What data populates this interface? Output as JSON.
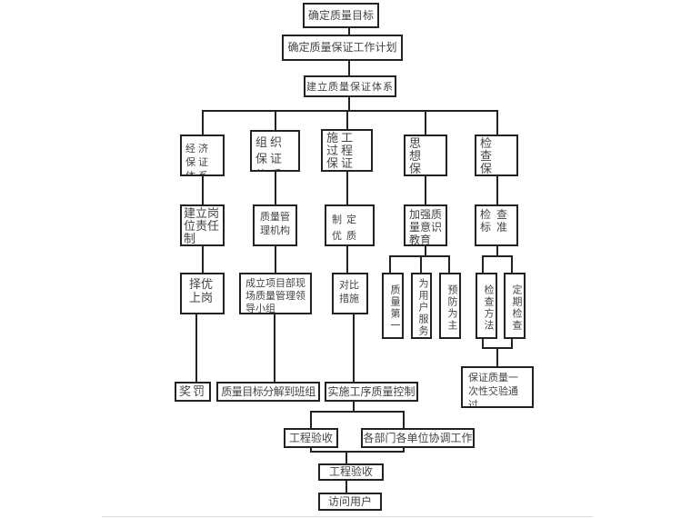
{
  "diagram": {
    "type": "flowchart",
    "title": "质量保证体系流程图",
    "level1": [
      "确定质量目标",
      "确定质量保证工作计划",
      "建立质量保证体系"
    ],
    "branches": [
      {
        "system": "经济保证体系",
        "step": "建立岗位责任制",
        "action": "择优上岗",
        "result": "奖罚"
      },
      {
        "system": "组织保证体系",
        "step": "质量管理机构",
        "action": "成立项目部现场质量管理领导小组",
        "result": "质量目标分解到班组"
      },
      {
        "system": "施工过程保证体系",
        "step": "制定优质工程...",
        "action": "对比措施",
        "result": "实施工序质量控制"
      },
      {
        "system": "思想保证体系",
        "step": "加强质量意识教育",
        "sub_items": [
          "质量第一",
          "为用户服务",
          "预防为主"
        ]
      },
      {
        "system": "检查保证体系",
        "step": "检查标准",
        "sub_items": [
          "检查方法",
          "定期检查"
        ],
        "result": "保证质量一次性交验通过"
      }
    ],
    "final": {
      "parallel": [
        "工程验收",
        "各部门各单位协调工作"
      ],
      "acceptance": "工程验收",
      "followup": "访问用户"
    }
  }
}
